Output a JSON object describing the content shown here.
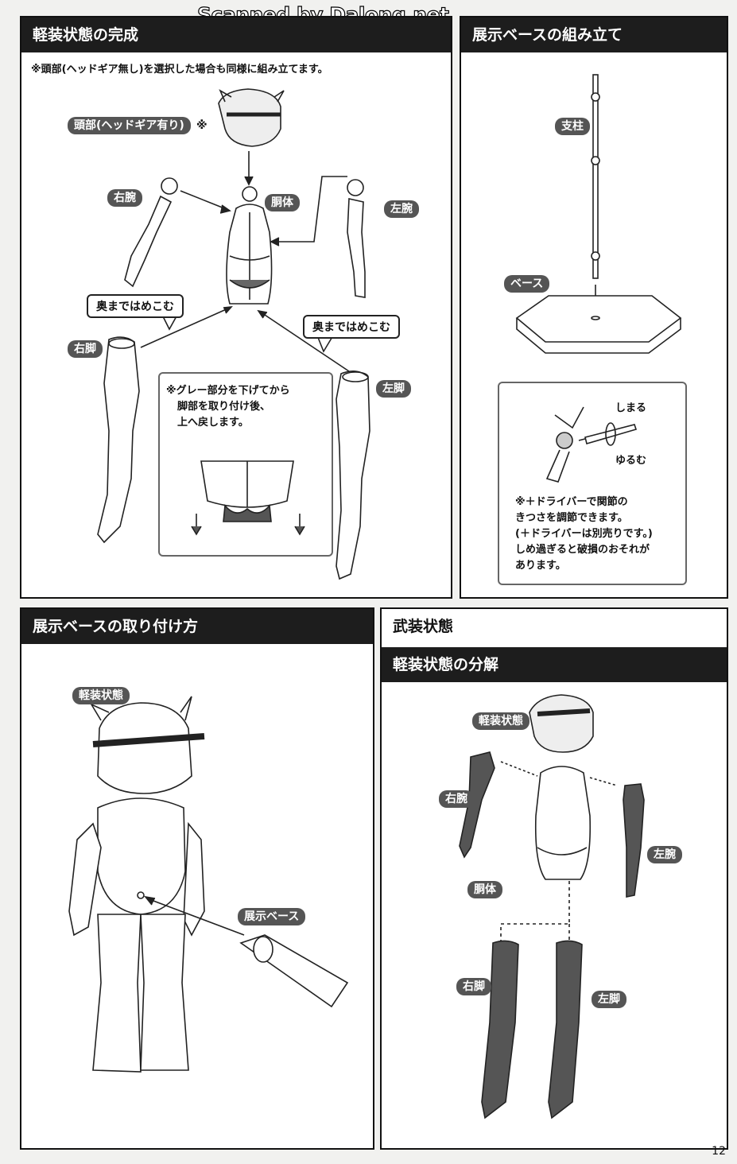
{
  "watermark": "Scanned by Dalong.net",
  "page_number": "12",
  "section_light": {
    "title": "軽装状態の完成",
    "note": "※頭部(ヘッドギア無し)を選択した場合も同様に組み立てます。",
    "labels": {
      "head": "頭部(ヘッドギア有り)",
      "head_mark": "※",
      "right_arm": "右腕",
      "torso": "胴体",
      "left_arm": "左腕",
      "right_leg": "右脚",
      "left_leg": "左脚"
    },
    "callouts": [
      "奥まではめこむ",
      "奥まではめこむ"
    ],
    "sub_note": [
      "※グレー部分を下げてから",
      "脚部を取り付け後、",
      "上へ戻します。"
    ]
  },
  "section_stand": {
    "title": "展示ベースの組み立て",
    "labels": {
      "pillar": "支柱",
      "base": "ベース",
      "tighten": "しまる",
      "loosen": "ゆるむ"
    },
    "note": [
      "※＋ドライバーで関節の",
      "きつさを調節できます。",
      "(＋ドライバーは別売りです。)",
      "しめ過ぎると破損のおそれが",
      "あります。"
    ]
  },
  "section_attach": {
    "title": "展示ベースの取り付け方",
    "labels": {
      "light_state": "軽装状態",
      "display_base": "展示ベース"
    }
  },
  "section_armed": {
    "title": "武装状態",
    "subtitle": "軽装状態の分解",
    "labels": {
      "light_state": "軽装状態",
      "right_arm": "右腕",
      "left_arm": "左腕",
      "torso": "胴体",
      "right_leg": "右脚",
      "left_leg": "左脚"
    }
  }
}
